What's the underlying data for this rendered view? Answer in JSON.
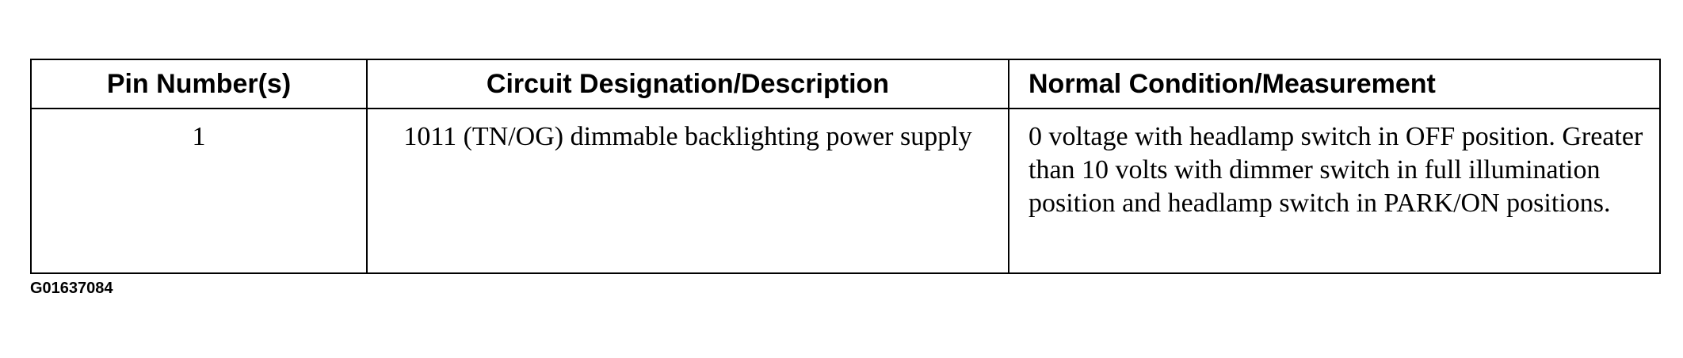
{
  "table": {
    "headers": [
      "Pin Number(s)",
      "Circuit Designation/Description",
      "Normal Condition/Measurement"
    ],
    "rows": [
      {
        "pin": "1",
        "description": "1011 (TN/OG) dimmable backlighting power supply",
        "measurement": "0 voltage with headlamp switch in OFF position. Greater than 10 volts with dimmer switch in full illumination position and headlamp switch in PARK/ON positions."
      }
    ]
  },
  "figure_id": "G01637084"
}
